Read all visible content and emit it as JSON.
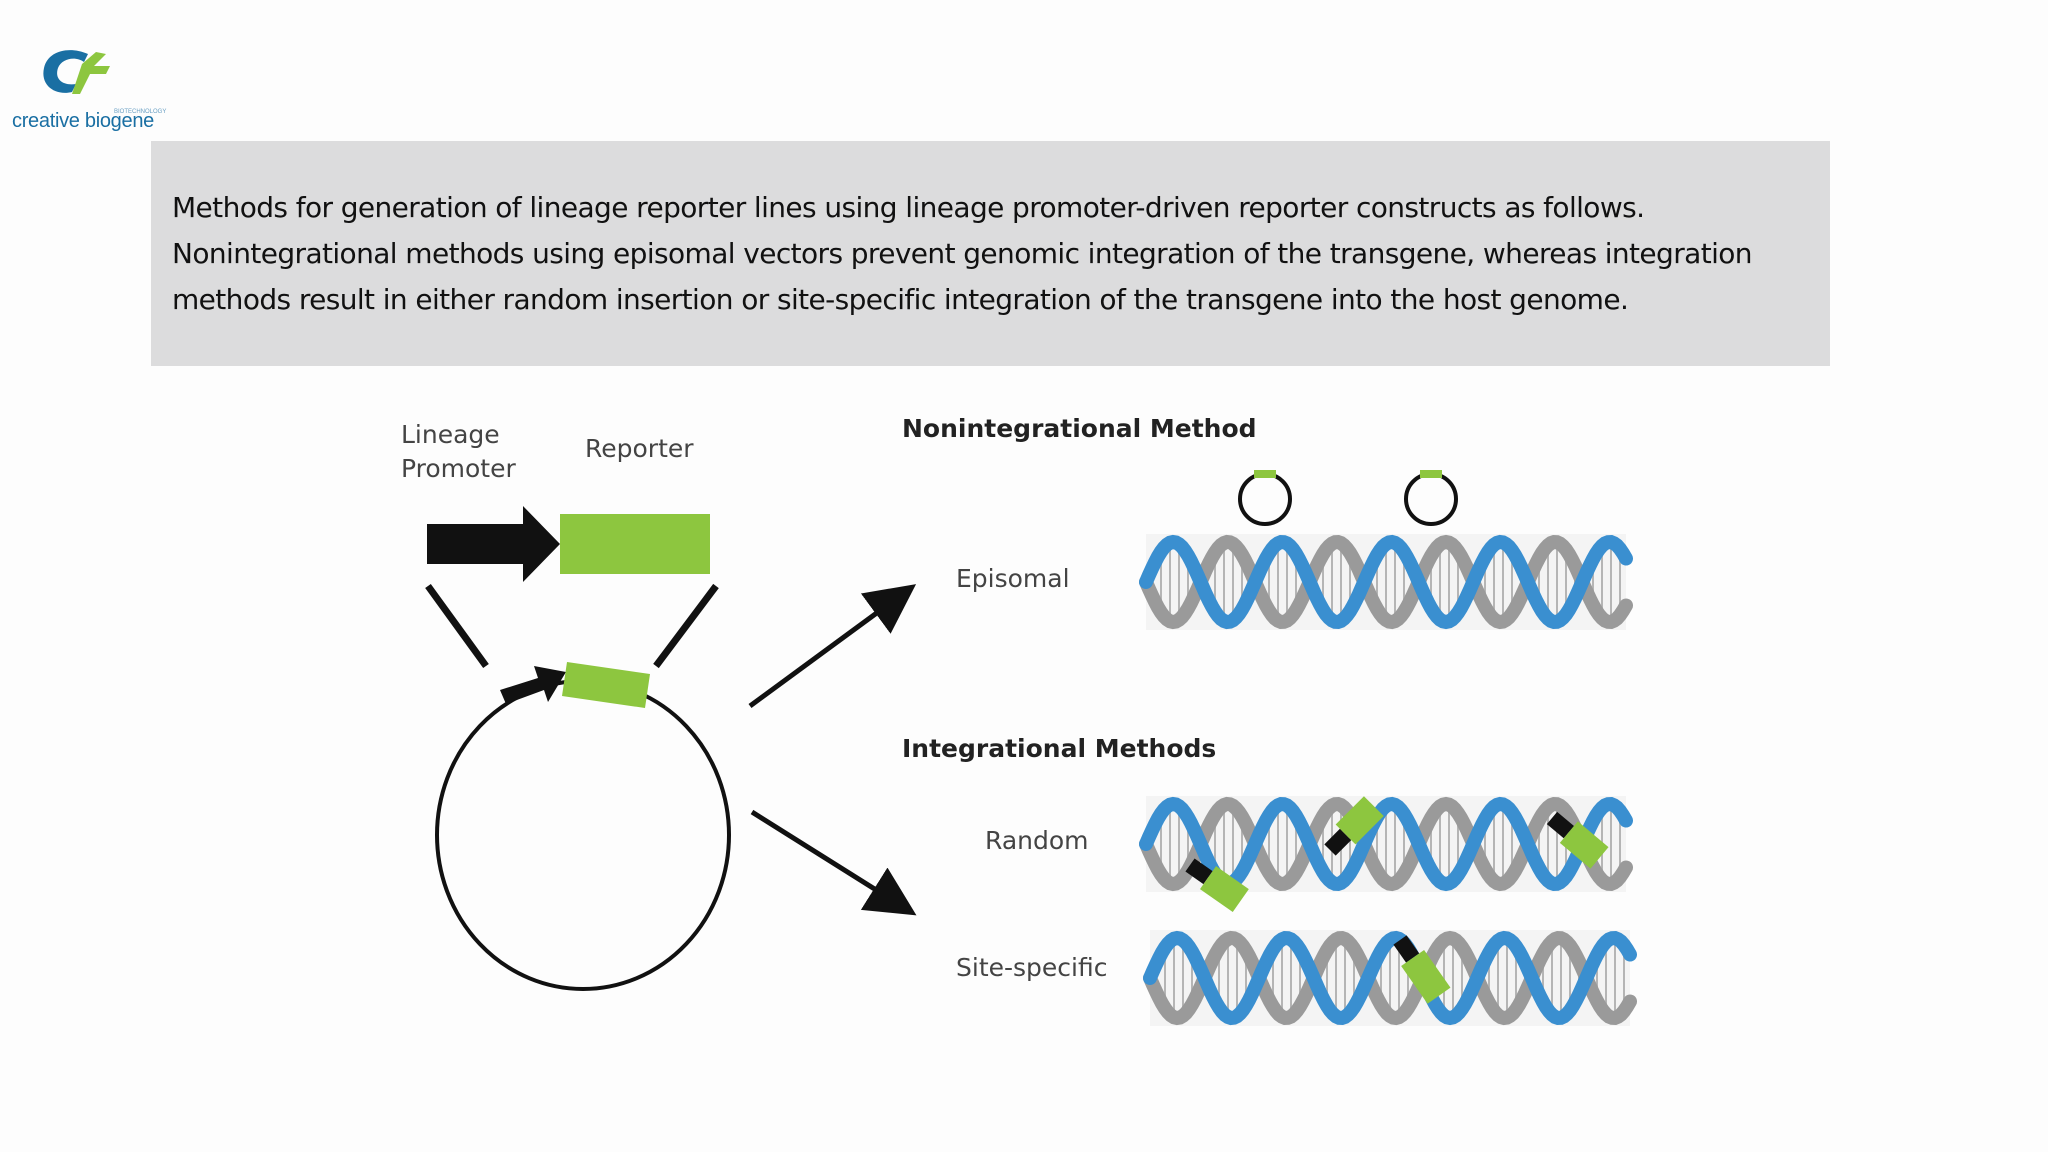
{
  "logo": {
    "name": "creative biogene",
    "tagline": "BIOTECHNOLOGY"
  },
  "caption": {
    "lines": [
      "Methods for generation of lineage reporter lines using lineage promoter-driven reporter constructs as follows.",
      "Nonintegrational methods using episomal vectors prevent genomic integration of the transgene, whereas integration",
      "methods result in either random insertion or site-specific integration of the transgene into the host genome."
    ]
  },
  "diagram": {
    "construct": {
      "promoter_label_line1": "Lineage",
      "promoter_label_line2": "Promoter",
      "reporter_label": "Reporter"
    },
    "nonintegrational": {
      "heading": "Nonintegrational Method",
      "episomal_label": "Episomal"
    },
    "integrational": {
      "heading": "Integrational Methods",
      "random_label": "Random",
      "site_specific_label": "Site-specific"
    }
  },
  "colors": {
    "reporter_green": "#8dc63f",
    "dna_blue": "#3a8fd0",
    "dna_gray": "#9a9a9a",
    "caption_bg": "#dcdcdd",
    "logo_blue": "#1a6fa3",
    "logo_green": "#8dc63f"
  }
}
